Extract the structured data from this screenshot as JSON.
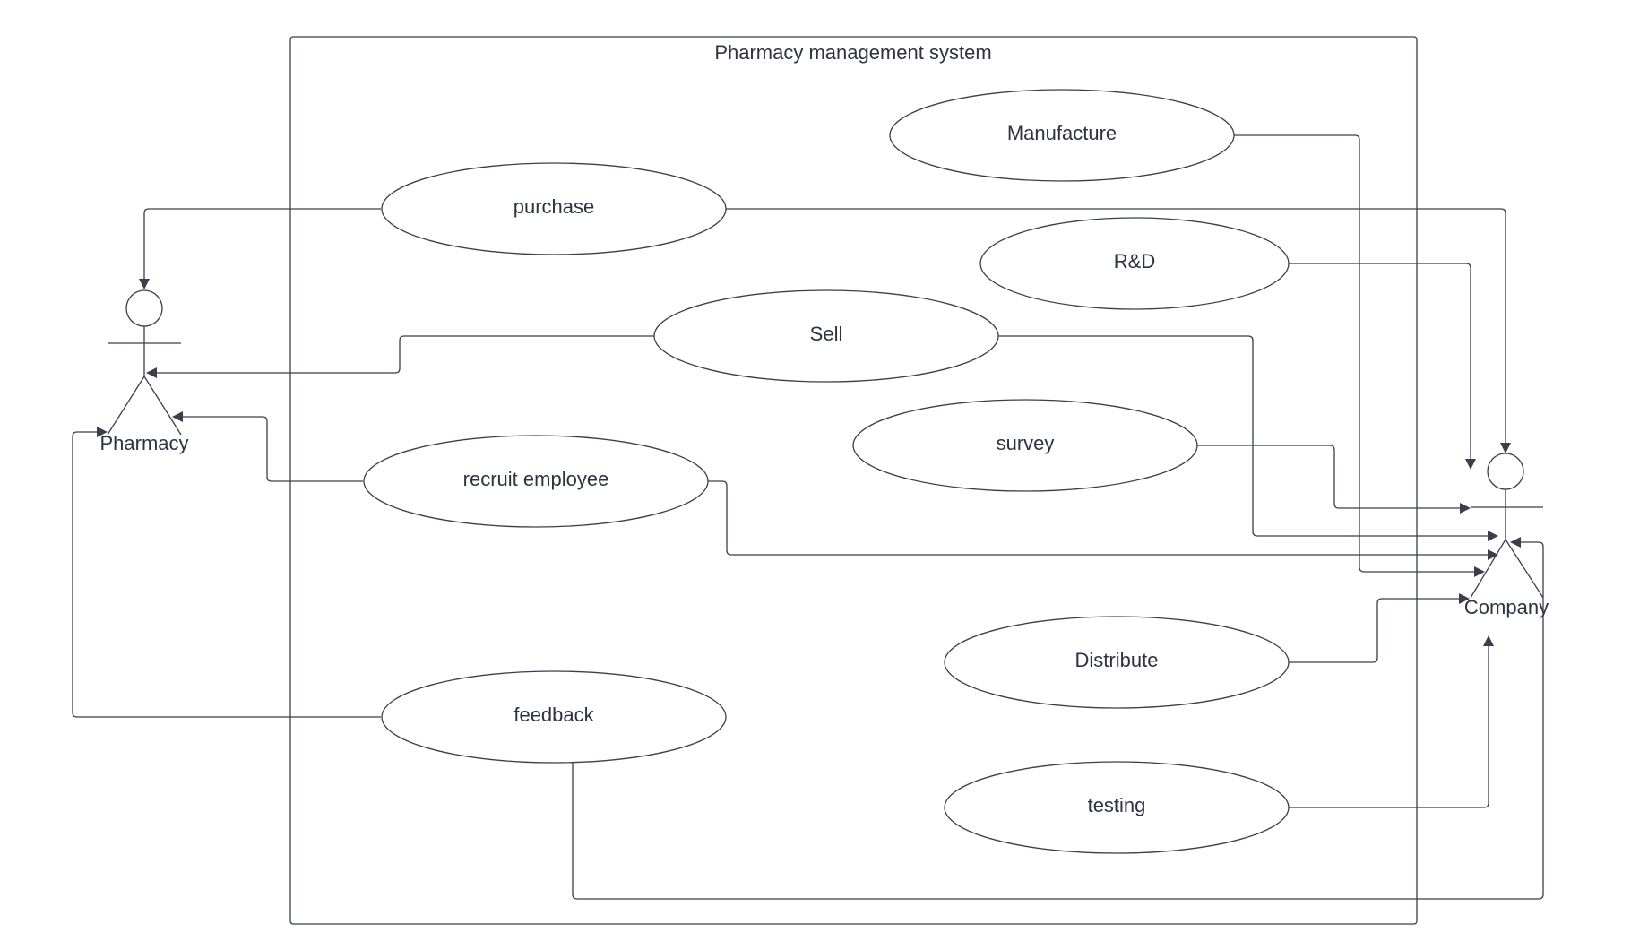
{
  "system": {
    "title": "Pharmacy management system"
  },
  "actors": {
    "pharmacy": {
      "label": "Pharmacy"
    },
    "company": {
      "label": "Company"
    }
  },
  "use_cases": {
    "manufacture": "Manufacture",
    "purchase": "purchase",
    "rnd": "R&D",
    "sell": "Sell",
    "survey": "survey",
    "recruit": "recruit employee",
    "distribute": "Distribute",
    "feedback": "feedback",
    "testing": "testing"
  },
  "colors": {
    "stroke": "#3a3f4b",
    "text": "#2d3340",
    "background": "#ffffff"
  }
}
